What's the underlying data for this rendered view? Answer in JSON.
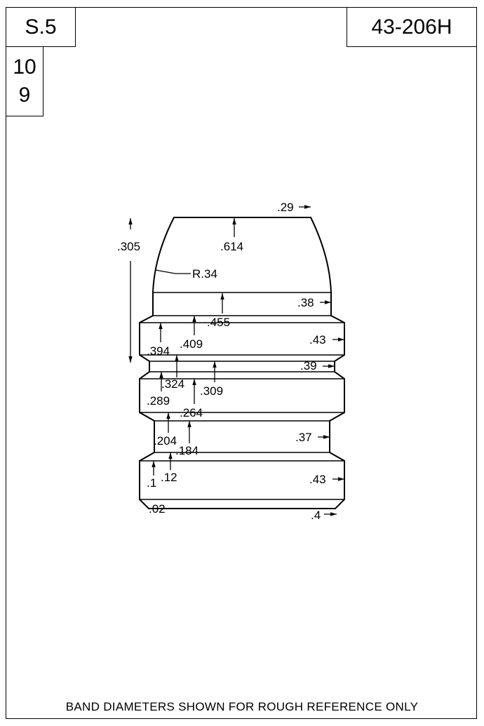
{
  "header": {
    "series": "S.5",
    "mold_number": "43-206H",
    "cavities": [
      "10",
      "9"
    ]
  },
  "dimensions": {
    "nose_flat": ".29",
    "ogive_length": ".305",
    "nose_height": ".614",
    "ogive_radius": "R.34",
    "band_1": ".38",
    "grease_top": ".455",
    "band_2": ".43",
    "dim_409": ".409",
    "dim_394": ".394",
    "band_3": ".39",
    "dim_324": ".324",
    "dim_309": ".309",
    "dim_289": ".289",
    "dim_264": ".264",
    "band_4": ".37",
    "dim_204": ".204",
    "dim_184": ".184",
    "dim_12": ".12",
    "dim_1": ".1",
    "band_5": ".43",
    "dim_02": ".02",
    "base": ".4"
  },
  "footer": {
    "note": "BAND DIAMETERS SHOWN FOR ROUGH REFERENCE ONLY"
  }
}
